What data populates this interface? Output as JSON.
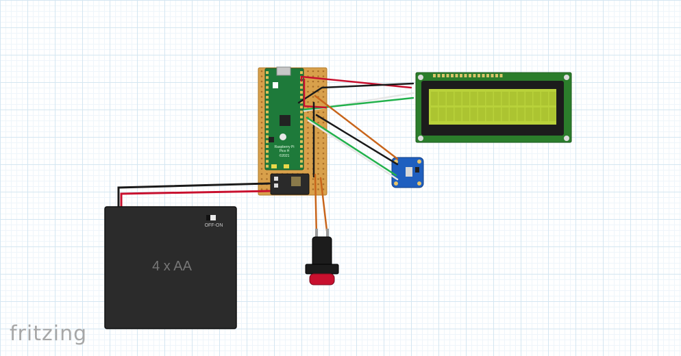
{
  "battery": {
    "label": "4 x AA",
    "switch_label": "OFF-ON"
  },
  "pico": {
    "name_line1": "Raspberry Pi",
    "name_line2": "Pico H",
    "name_line3": "©2021"
  },
  "branding": {
    "logo": "fritzing"
  },
  "colors": {
    "wire_red": "#c8102e",
    "wire_black": "#1a1a1a",
    "wire_green": "#22b14c",
    "wire_white": "#e6e6e6",
    "wire_orange": "#c8651b",
    "stripboard": "#d8a04b",
    "pcb_green": "#1e7a3a",
    "lcd_board": "#2b7d2b",
    "lcd_screen": "#b9d23a",
    "sensor_blue": "#1f5fbf"
  }
}
